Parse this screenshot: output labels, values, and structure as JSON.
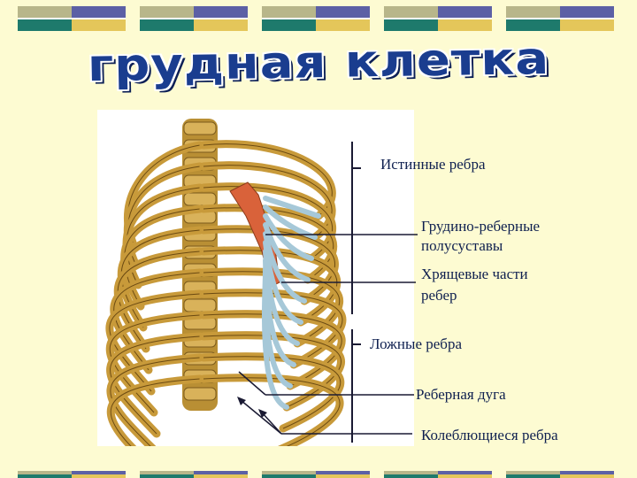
{
  "slide": {
    "title": "грудная клетка",
    "labels": {
      "true_ribs": "Истинные ребра",
      "sternocostal_line1": "Грудино-реберные",
      "sternocostal_line2": "полусуставы",
      "cartilage_line1": "Хрящевые части",
      "cartilage_line2": "ребер",
      "false_ribs": "Ложные ребра",
      "costal_arch": "Реберная дуга",
      "floating_ribs": "Колеблющиеся ребра"
    }
  },
  "colors": {
    "background": "#fdfbd2",
    "title_fill": "#1a3d8f",
    "label_text": "#0f2050",
    "band_khaki": "#b8b68a",
    "band_blue": "#5c60a5",
    "band_teal": "#1e7a6c",
    "band_yellow": "#e4c65a",
    "bone": "#c89a3a",
    "cartilage": "#a6c8d8",
    "sternum": "#d9623a"
  },
  "icons": {
    "figure": "rib-cage-illustration"
  }
}
